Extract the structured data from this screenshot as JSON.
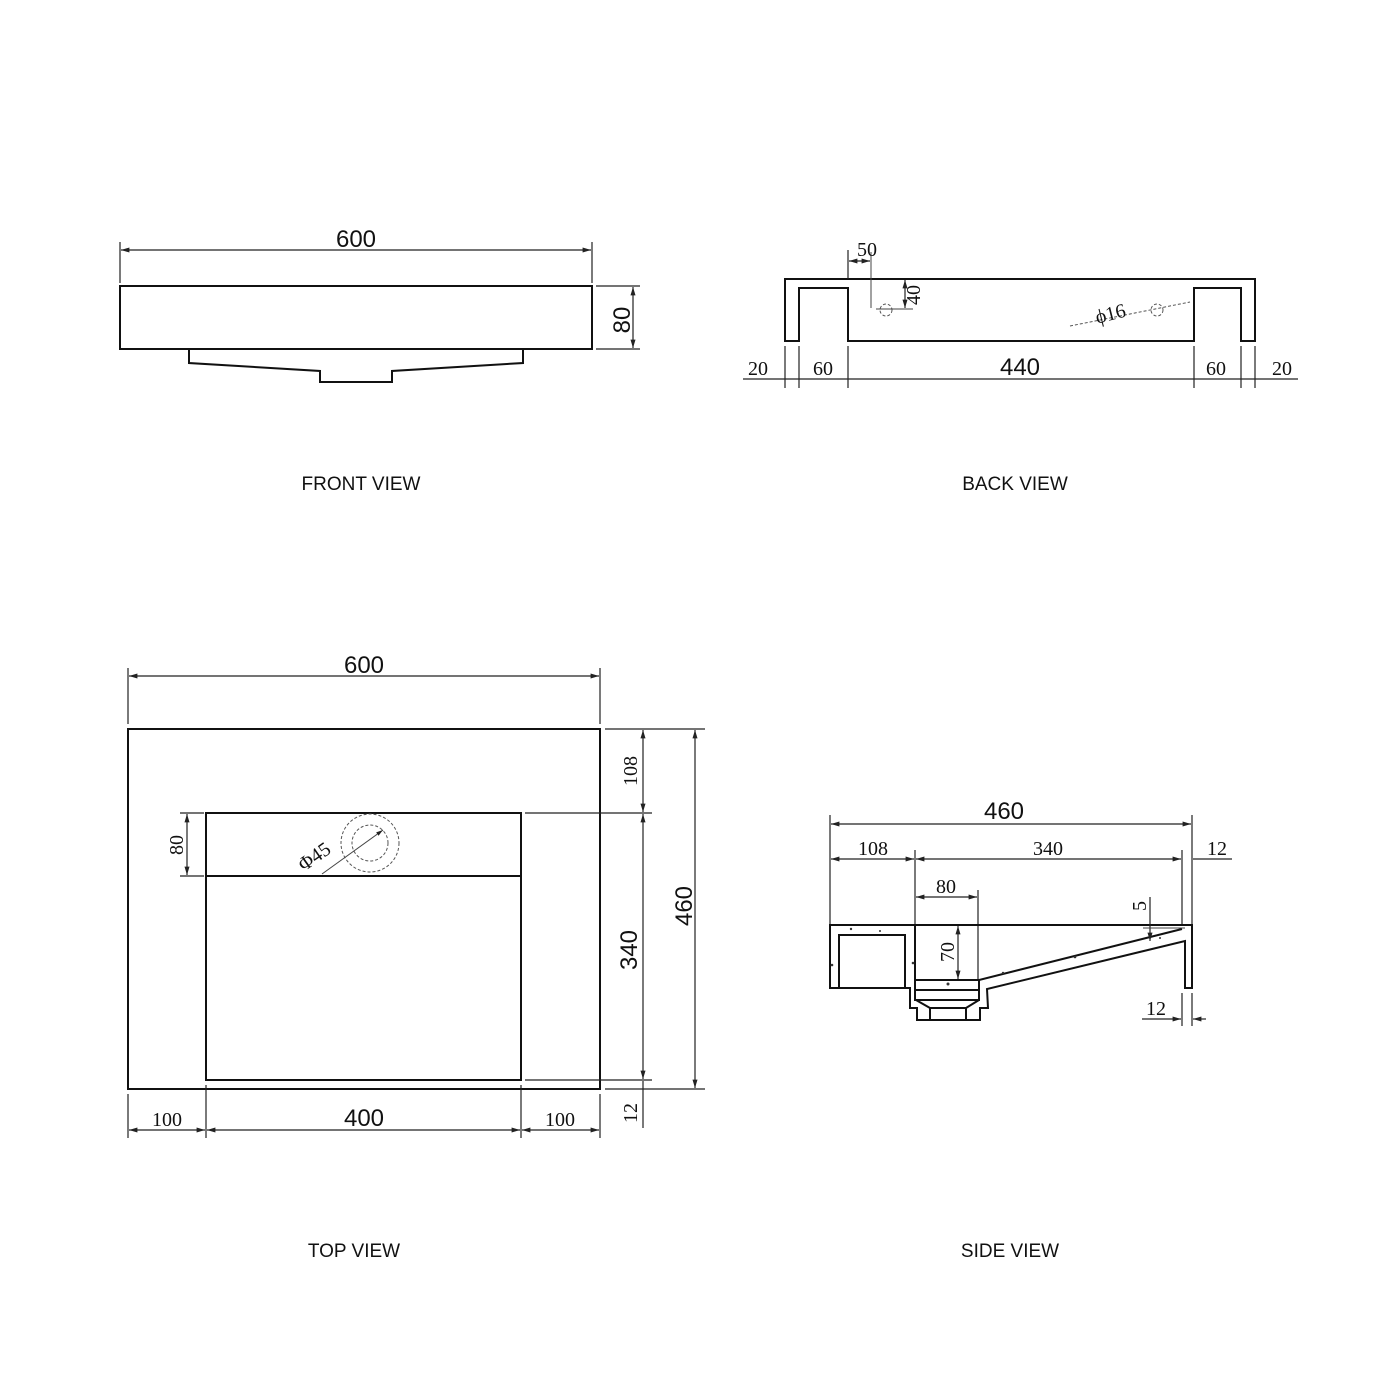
{
  "views": {
    "front": {
      "label": "FRONT VIEW",
      "dims": {
        "width": "600",
        "height": "80"
      }
    },
    "back": {
      "label": "BACK VIEW",
      "dims": {
        "hole_offset_x": "50",
        "hole_offset_y": "40",
        "hole_diameter": "ϕ16",
        "seg_left_outer": "20",
        "seg_left_inner": "60",
        "seg_center": "440",
        "seg_right_inner": "60",
        "seg_right_outer": "20"
      }
    },
    "top": {
      "label": "TOP VIEW",
      "dims": {
        "width": "600",
        "depth_total": "460",
        "depth_back": "108",
        "depth_basin": "340",
        "depth_front": "12",
        "ledge": "80",
        "drain_diameter": "Φ45",
        "margin_left": "100",
        "basin_width": "400",
        "margin_right": "100"
      }
    },
    "side": {
      "label": "SIDE VIEW",
      "dims": {
        "total": "460",
        "back": "108",
        "basin": "340",
        "front_top": "12",
        "drain_width": "80",
        "drain_depth": "70",
        "lip": "5",
        "front_bottom": "12"
      }
    }
  }
}
